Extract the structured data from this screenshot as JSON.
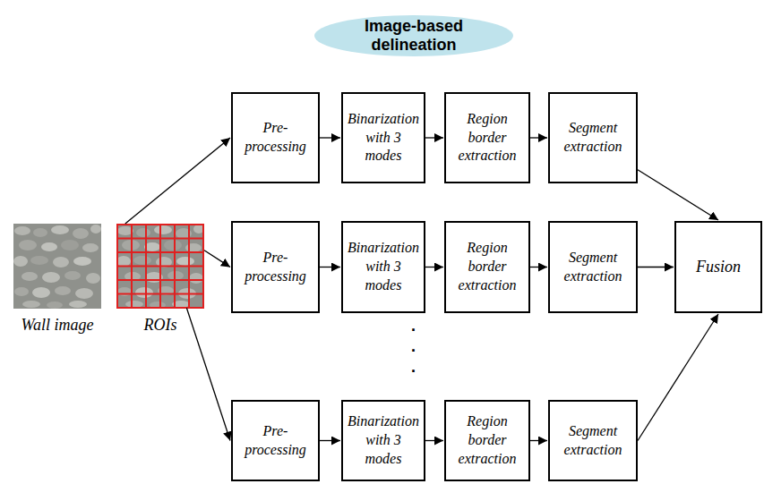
{
  "diagram": {
    "nodes": [
      {
        "text": [
          "Image-based delineation"
        ]
      },
      {
        "text": [
          "Wall image"
        ]
      },
      {
        "text": [
          "ROIs"
        ]
      },
      {
        "text": [
          "Pre-processing"
        ]
      },
      {
        "text": [
          "Binarization with 3 modes"
        ]
      },
      {
        "text": [
          "Region border extraction"
        ]
      },
      {
        "text": [
          "Segment extraction"
        ]
      },
      {
        "text": [
          "Pre-processing"
        ]
      },
      {
        "text": [
          "Binarization with 3 modes"
        ]
      },
      {
        "text": [
          "Region border extraction"
        ]
      },
      {
        "text": [
          "Segment extraction"
        ]
      },
      {
        "text": [
          "Fusion"
        ]
      },
      {
        "text": [
          "Pre-processing"
        ]
      },
      {
        "text": [
          "Binarization with 3 modes"
        ]
      },
      {
        "text": [
          "Region border extraction"
        ]
      },
      {
        "text": [
          "Segment extraction"
        ]
      }
    ],
    "edges": [
      {
        "from": 2,
        "to": 3,
        "arrow": "to"
      },
      {
        "from": 2,
        "to": 7,
        "arrow": "to"
      },
      {
        "from": 2,
        "to": 12,
        "arrow": "to"
      },
      {
        "from": 3,
        "to": 4,
        "arrow": "to"
      },
      {
        "from": 4,
        "to": 5,
        "arrow": "to"
      },
      {
        "from": 5,
        "to": 6,
        "arrow": "to"
      },
      {
        "from": 7,
        "to": 8,
        "arrow": "to"
      },
      {
        "from": 8,
        "to": 9,
        "arrow": "to"
      },
      {
        "from": 9,
        "to": 10,
        "arrow": "to"
      },
      {
        "from": 12,
        "to": 13,
        "arrow": "to"
      },
      {
        "from": 13,
        "to": 14,
        "arrow": "to"
      },
      {
        "from": 14,
        "to": 15,
        "arrow": "to"
      },
      {
        "from": 6,
        "to": 11,
        "arrow": "to"
      },
      {
        "from": 10,
        "to": 11,
        "arrow": "to"
      },
      {
        "from": 15,
        "to": 11,
        "arrow": "to"
      }
    ],
    "labels": [
      ".",
      ".",
      "."
    ]
  }
}
